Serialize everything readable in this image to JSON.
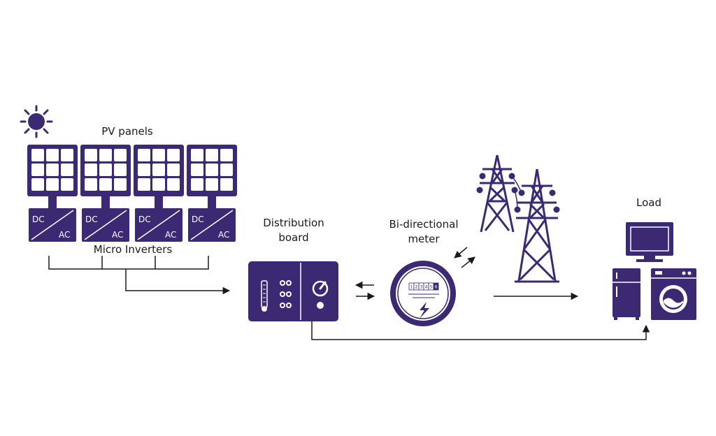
{
  "labels": {
    "pv_panels": "PV panels",
    "micro_inverters": "Micro Inverters",
    "distribution_line1": "Distribution",
    "distribution_line2": "board",
    "meter_line1": "Bi-directional",
    "meter_line2": "meter",
    "load": "Load"
  },
  "inverter": {
    "dc": "DC",
    "ac": "AC"
  },
  "meter_digits": [
    "1",
    "2",
    "3",
    "4",
    "5",
    "6"
  ],
  "colors": {
    "primary": "#3b2a73",
    "line": "#1a1a1a",
    "background": "#ffffff"
  },
  "icons": {
    "sun": "sun-icon",
    "pv_panel": "solar-panel-icon",
    "inverter": "micro-inverter-icon",
    "distribution": "distribution-board-icon",
    "meter": "bi-directional-meter-icon",
    "pylon": "transmission-tower-icon",
    "tv": "tv-icon",
    "fridge": "refrigerator-icon",
    "washer": "washing-machine-icon"
  }
}
